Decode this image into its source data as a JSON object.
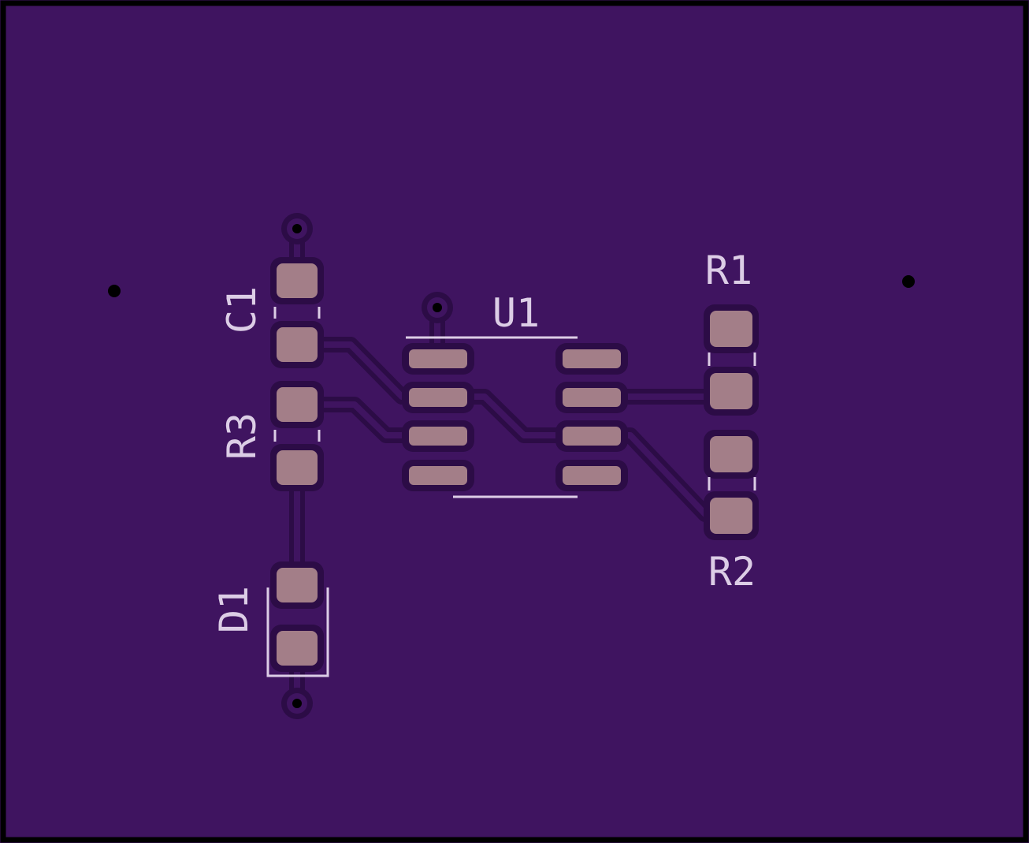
{
  "board": {
    "colors": {
      "background": "#3f1460",
      "edge": "#000000",
      "pad": "#a37e88",
      "silkscreen": "#dccde6",
      "trace": "#3f1460",
      "clearance": "#2c0c46",
      "drill": "#000000"
    }
  },
  "labels": {
    "c1": "C1",
    "r3": "R3",
    "d1": "D1",
    "u1": "U1",
    "r1": "R1",
    "r2": "R2"
  },
  "components": [
    {
      "ref": "C1",
      "type": "capacitor",
      "pads": 2
    },
    {
      "ref": "R3",
      "type": "resistor",
      "pads": 2
    },
    {
      "ref": "D1",
      "type": "diode",
      "pads": 2
    },
    {
      "ref": "U1",
      "type": "ic-soic-8",
      "pads": 8
    },
    {
      "ref": "R1",
      "type": "resistor",
      "pads": 2
    },
    {
      "ref": "R2",
      "type": "resistor",
      "pads": 2
    }
  ],
  "holes": [
    {
      "kind": "mounting-hole",
      "count": 2
    },
    {
      "kind": "via",
      "count": 3
    }
  ]
}
